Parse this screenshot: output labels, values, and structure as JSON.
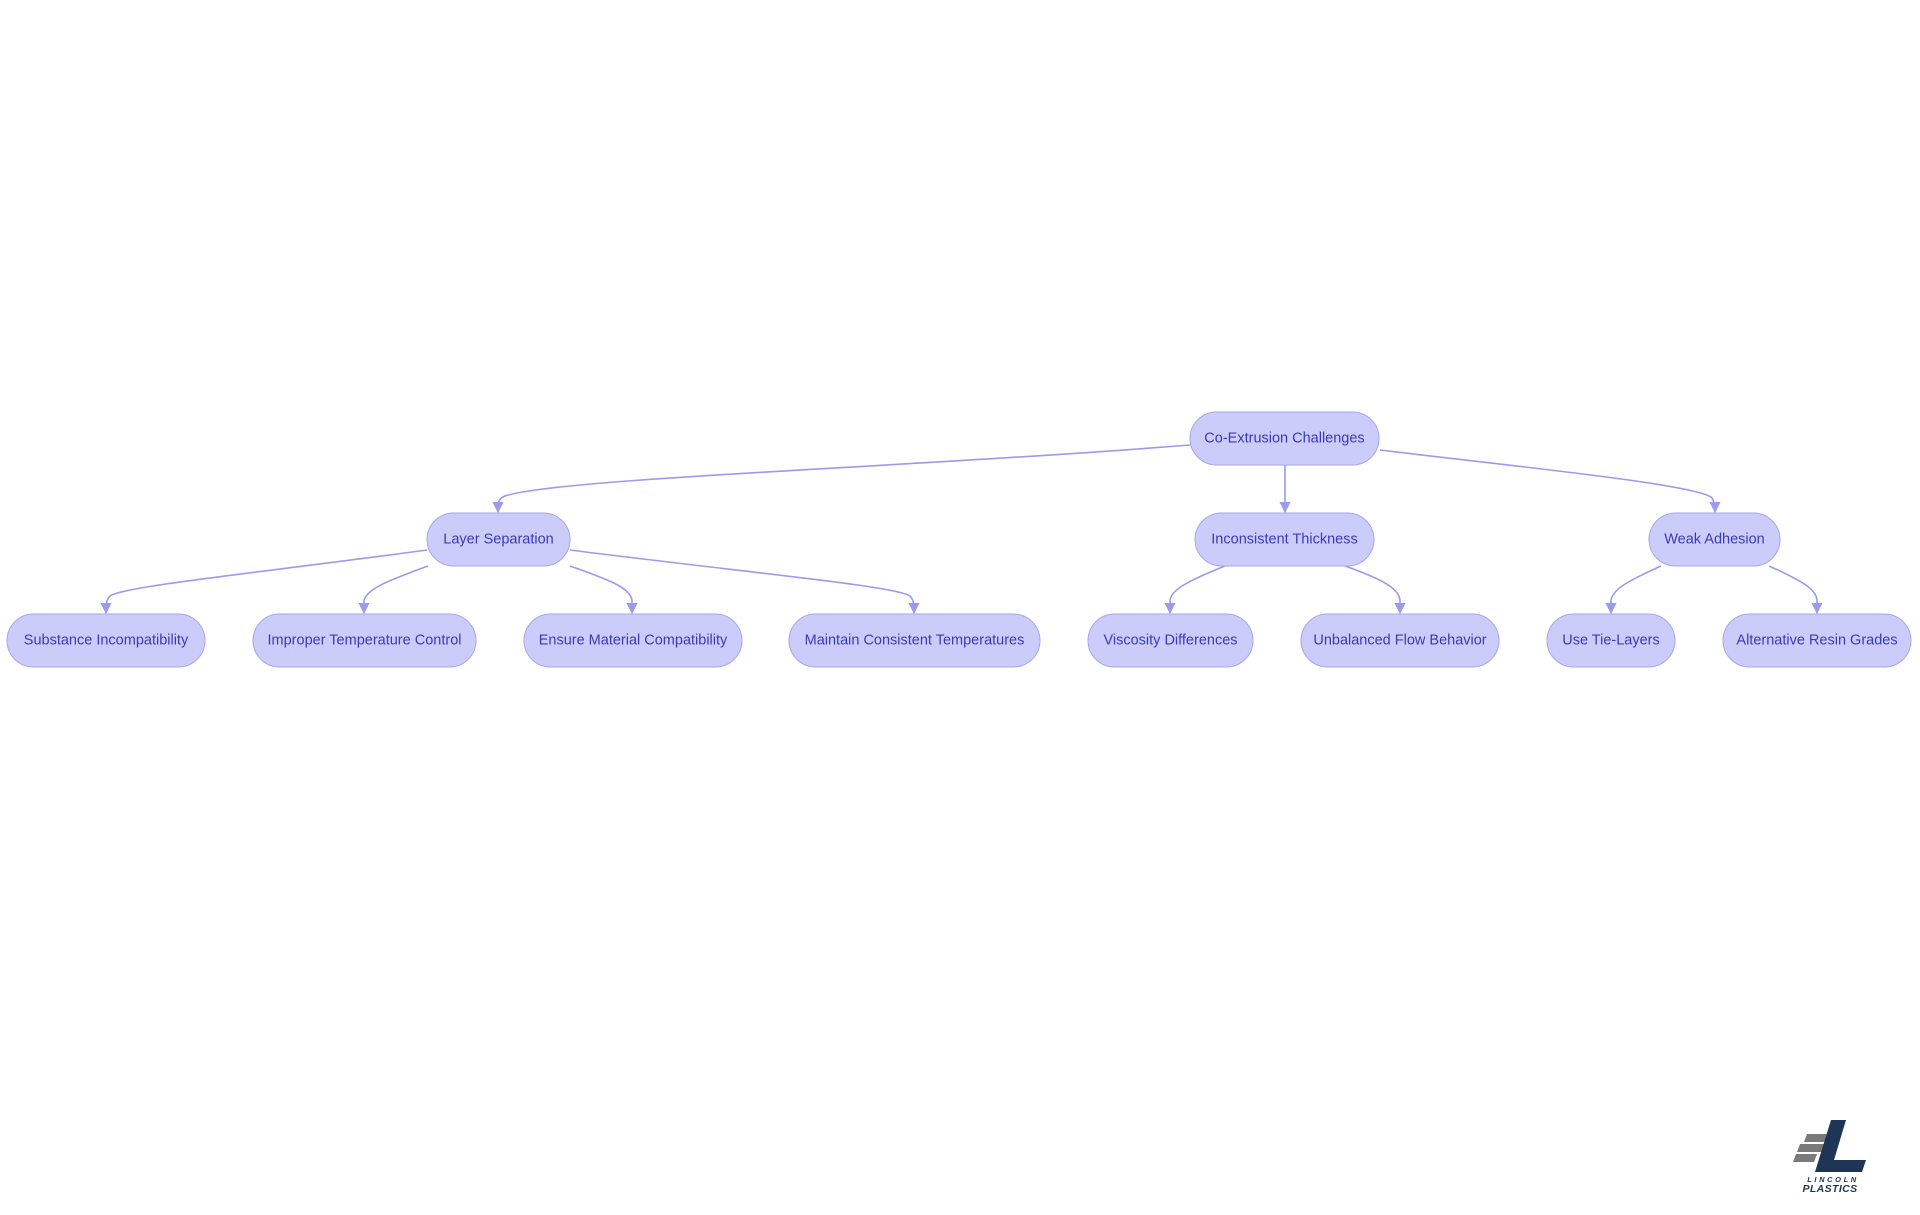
{
  "diagram": {
    "type": "tree",
    "colors": {
      "node_fill": "#ccccfa",
      "node_stroke": "#a6a6ee",
      "edge": "#9a9aee",
      "text": "#3a3ab8"
    },
    "root": "Co-Extrusion Challenges",
    "nodes": [
      {
        "id": "root",
        "label": "Co-Extrusion Challenges",
        "parent": null
      },
      {
        "id": "layer",
        "label": "Layer Separation",
        "parent": "root"
      },
      {
        "id": "thick",
        "label": "Inconsistent Thickness",
        "parent": "root"
      },
      {
        "id": "weak",
        "label": "Weak Adhesion",
        "parent": "root"
      },
      {
        "id": "subst",
        "label": "Substance Incompatibility",
        "parent": "layer"
      },
      {
        "id": "imptemp",
        "label": "Improper Temperature Control",
        "parent": "layer"
      },
      {
        "id": "ensure",
        "label": "Ensure Material Compatibility",
        "parent": "layer"
      },
      {
        "id": "maintain",
        "label": "Maintain Consistent Temperatures",
        "parent": "layer"
      },
      {
        "id": "visc",
        "label": "Viscosity Differences",
        "parent": "thick"
      },
      {
        "id": "unbal",
        "label": "Unbalanced Flow Behavior",
        "parent": "thick"
      },
      {
        "id": "tie",
        "label": "Use Tie-Layers",
        "parent": "weak"
      },
      {
        "id": "resin",
        "label": "Alternative Resin Grades",
        "parent": "weak"
      }
    ]
  },
  "logo": {
    "name_line1": "LINCOLN",
    "name_line2": "PLASTICS",
    "colors": {
      "dark": "#1e3556",
      "gray": "#7a7a7a"
    }
  }
}
